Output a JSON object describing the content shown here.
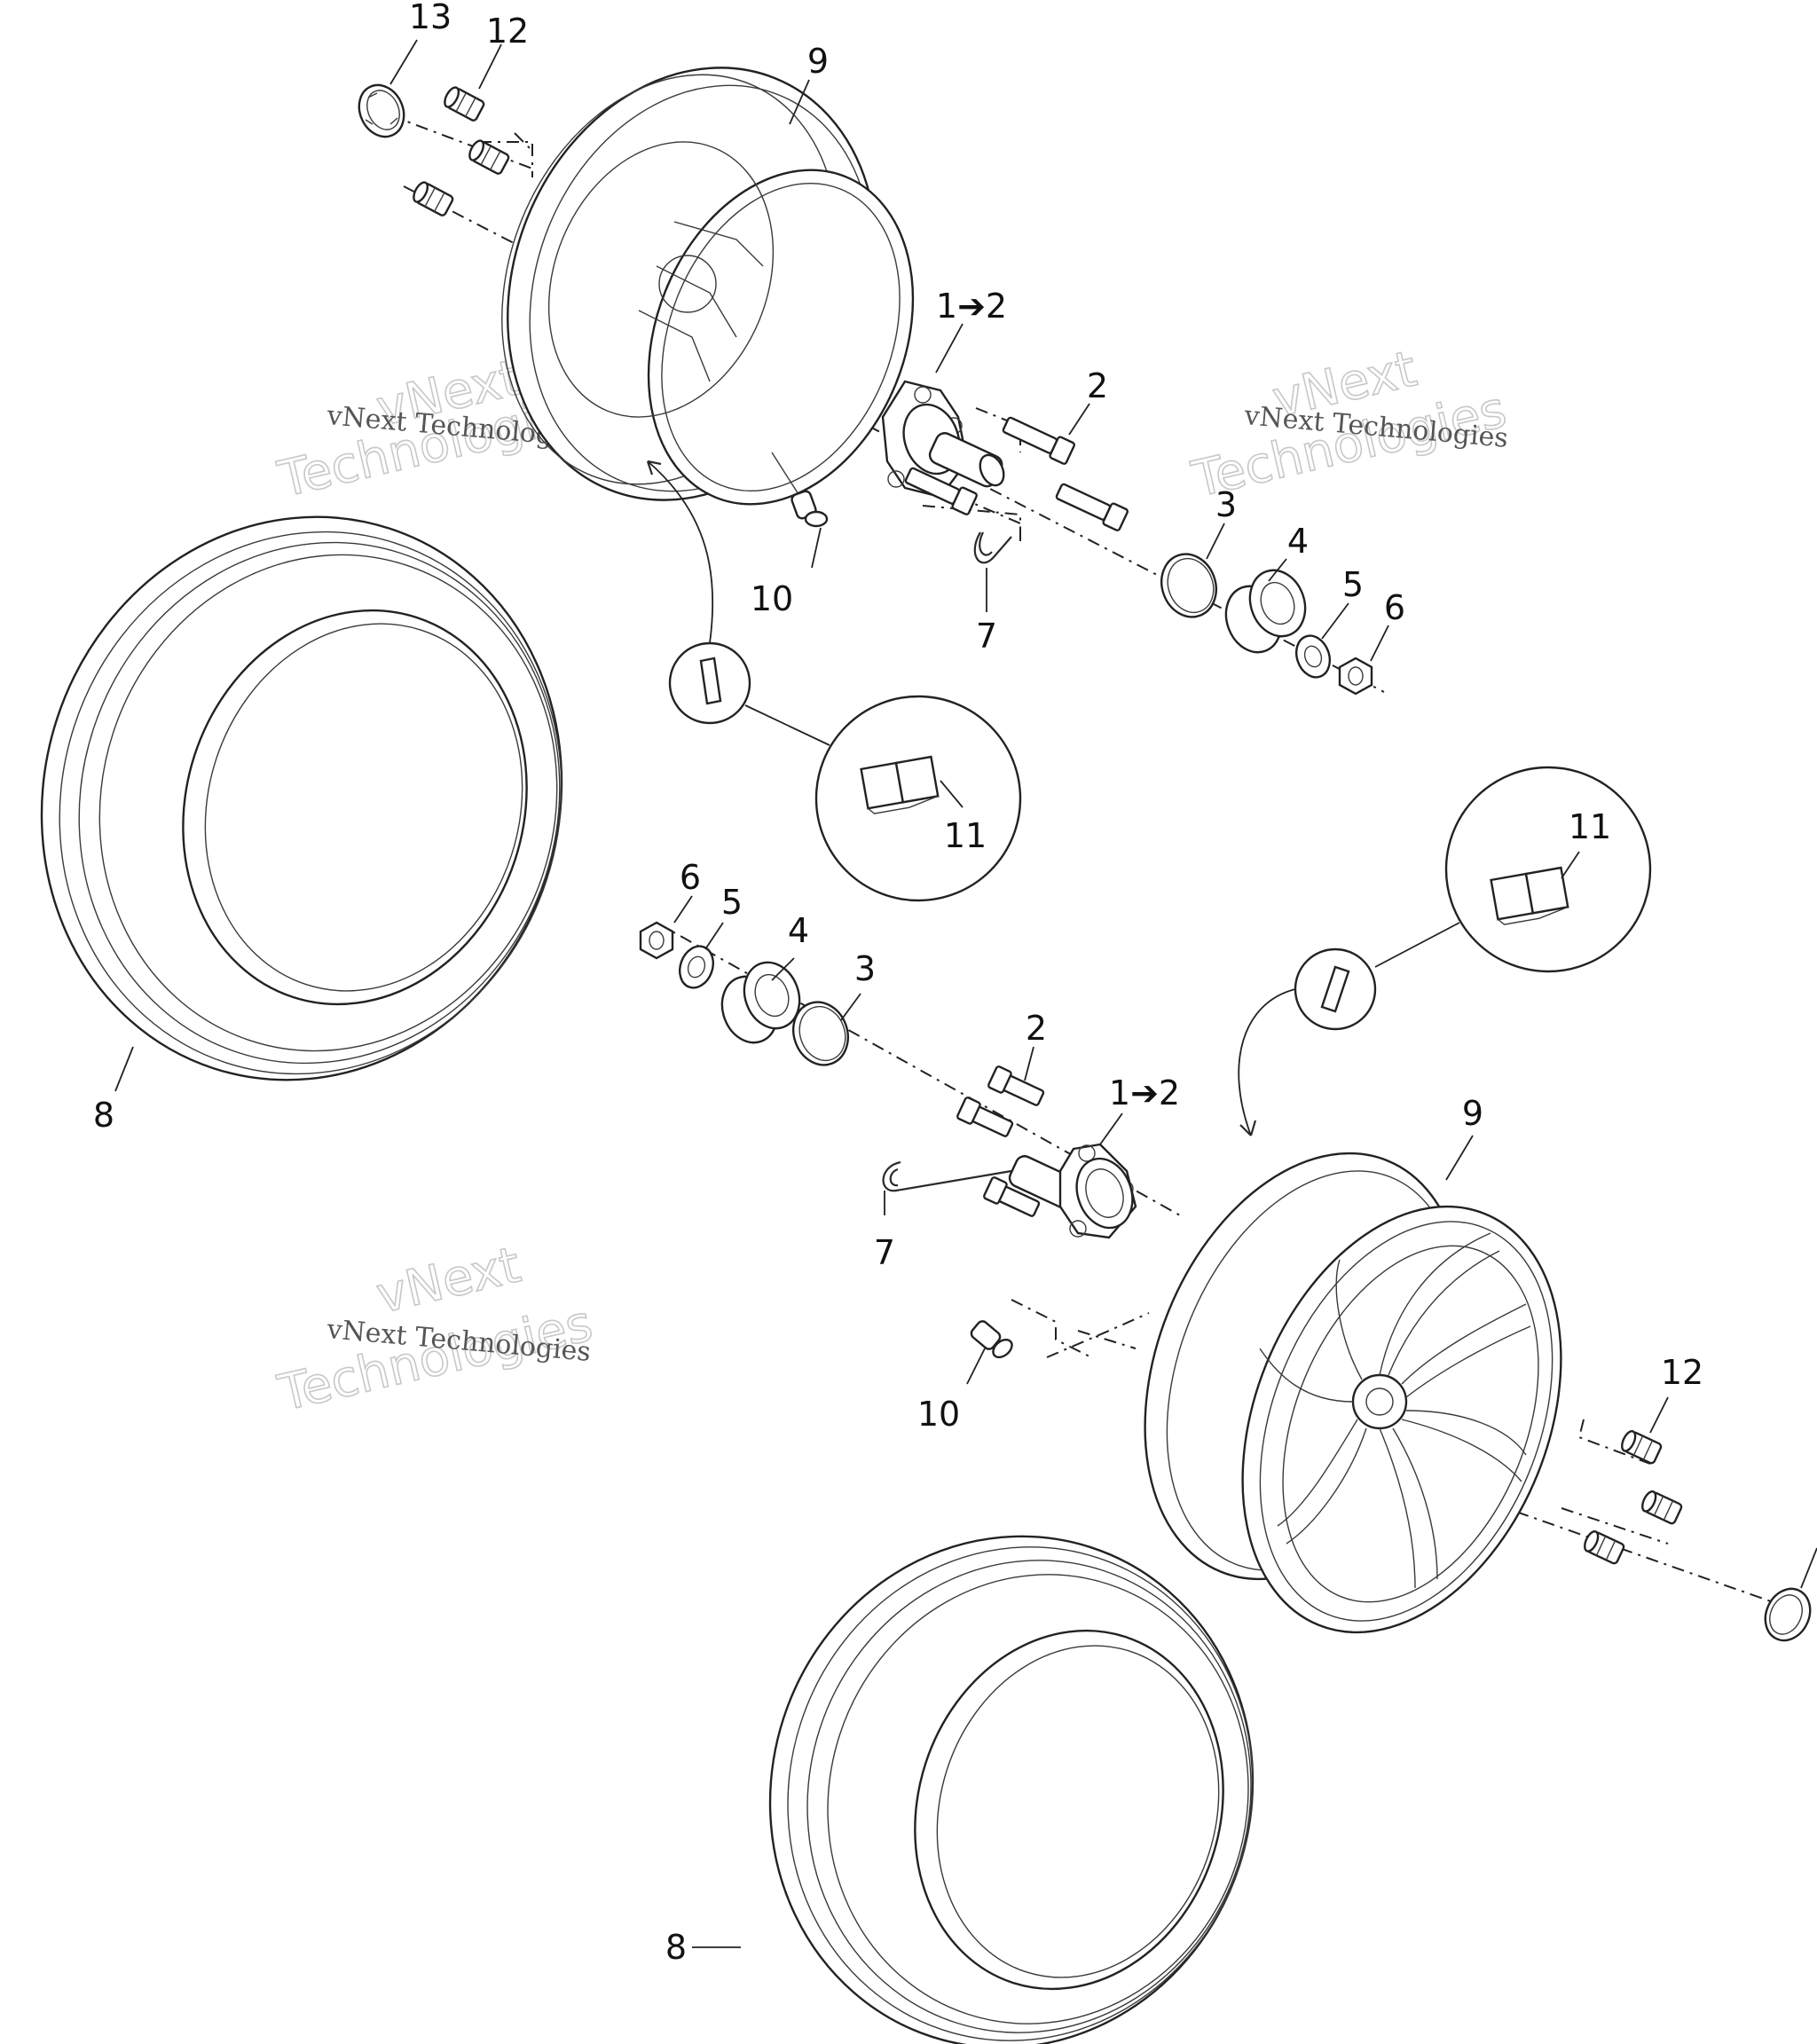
{
  "callouts": {
    "c13": "13",
    "c12_top": "12",
    "c9_top": "9",
    "c1to2_top": "1➔2",
    "c2_top": "2",
    "c3_top": "3",
    "c4_top": "4",
    "c5_top": "5",
    "c6_top": "6",
    "c10_top": "10",
    "c7_top": "7",
    "c11_top": "11",
    "c8_top": "8",
    "c6_bot": "6",
    "c5_bot": "5",
    "c4_bot": "4",
    "c3_bot": "3",
    "c2_bot": "2",
    "c1to2_bot": "1➔2",
    "c7_bot": "7",
    "c11_bot": "11",
    "c9_bot": "9",
    "c10_bot": "10",
    "c12_bot": "12",
    "c8_bot": "8"
  },
  "watermarks": {
    "line1": "vNext",
    "line2": "Technologies",
    "full": "vNext Technologies"
  },
  "colors": {
    "line": "#222222",
    "background": "#ffffff",
    "watermark": "#c8c8c8"
  }
}
